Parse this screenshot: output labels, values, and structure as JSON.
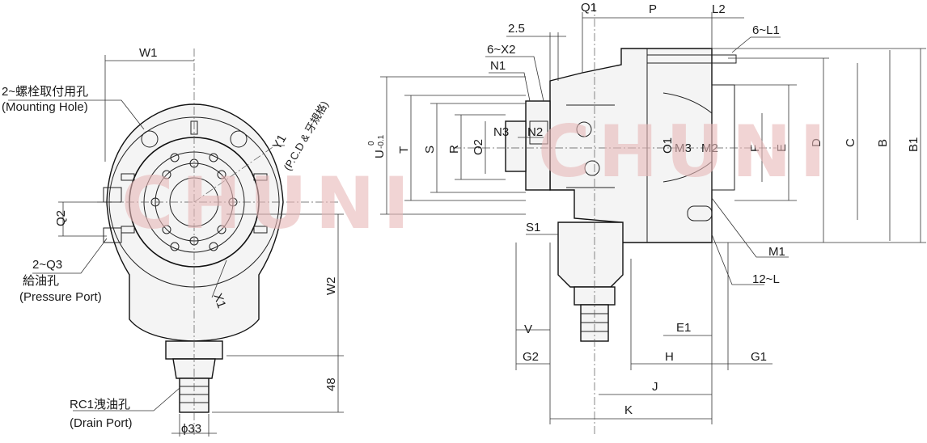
{
  "watermark": "CHUNI",
  "left_view": {
    "w1": "W1",
    "mounting_hole_cn": "2~螺栓取付用孔",
    "mounting_hole_en": "(Mounting Hole)",
    "y1": "Y1",
    "pcd": "(P.C.D & 牙規格)",
    "q2": "Q2",
    "q3": "2~Q3",
    "pressure_cn": "給油孔",
    "pressure_en": "(Pressure Port)",
    "x1": "X1",
    "w2": "W2",
    "d48": "48",
    "drain_cn": "RC1洩油孔",
    "drain_en": "(Drain Port)",
    "phi33": "ϕ33"
  },
  "right_view": {
    "q1_top": "Q1",
    "p": "P",
    "l2": "L2",
    "d25": "2.5",
    "l1": "6~L1",
    "x2": "6~X2",
    "n1": "N1",
    "n3": "N3",
    "n2": "N2",
    "u": "U",
    "u_tol_top": "0",
    "u_tol_bot": "-0.1",
    "t": "T",
    "s": "S",
    "r": "R",
    "o2": "O2",
    "o1": "O1",
    "m3": "M3",
    "m2": "M2",
    "f": "F",
    "e": "E",
    "d": "D",
    "c": "C",
    "b": "B",
    "b1": "B1",
    "s1": "S1",
    "m1": "M1",
    "l12": "12~L",
    "v": "V",
    "e1": "E1",
    "g2": "G2",
    "h": "H",
    "g1": "G1",
    "j": "J",
    "k": "K"
  }
}
